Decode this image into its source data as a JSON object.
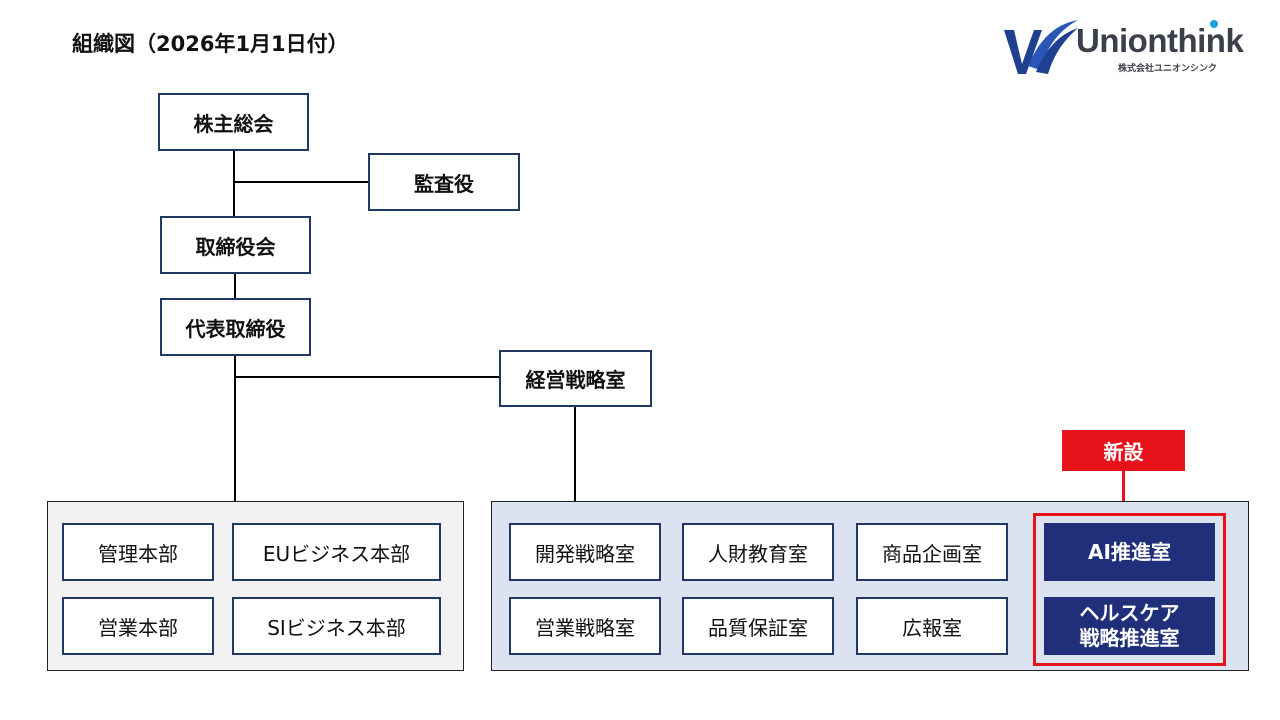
{
  "title": "組織図（2026年1月1日付）",
  "logo": {
    "name_main": "Unionthin",
    "name_last": "k",
    "subtitle": "株式会社ユニオンシンク",
    "colors": {
      "text": "#3b3f4a",
      "mark_blue": "#1f3f8f",
      "dot": "#1aa0e0"
    }
  },
  "colors": {
    "border": "#1f3864",
    "highlight_fill": "#1f2f7a",
    "new_red": "#e8121b",
    "panel_left": "#f2f2f2",
    "panel_right": "#dbe3f1"
  },
  "nodes": {
    "shareholders": "株主総会",
    "auditor": "監査役",
    "board": "取締役会",
    "president": "代表取締役",
    "strategy_office": "経営戦略室"
  },
  "left_group": [
    "管理本部",
    "EUビジネス本部",
    "営業本部",
    "SIビジネス本部"
  ],
  "right_group": [
    "開発戦略室",
    "人財教育室",
    "商品企画室",
    "営業戦略室",
    "品質保証室",
    "広報室"
  ],
  "new_badge": "新設",
  "new_units": [
    "AI推進室",
    "ヘルスケア\n戦略推進室"
  ]
}
